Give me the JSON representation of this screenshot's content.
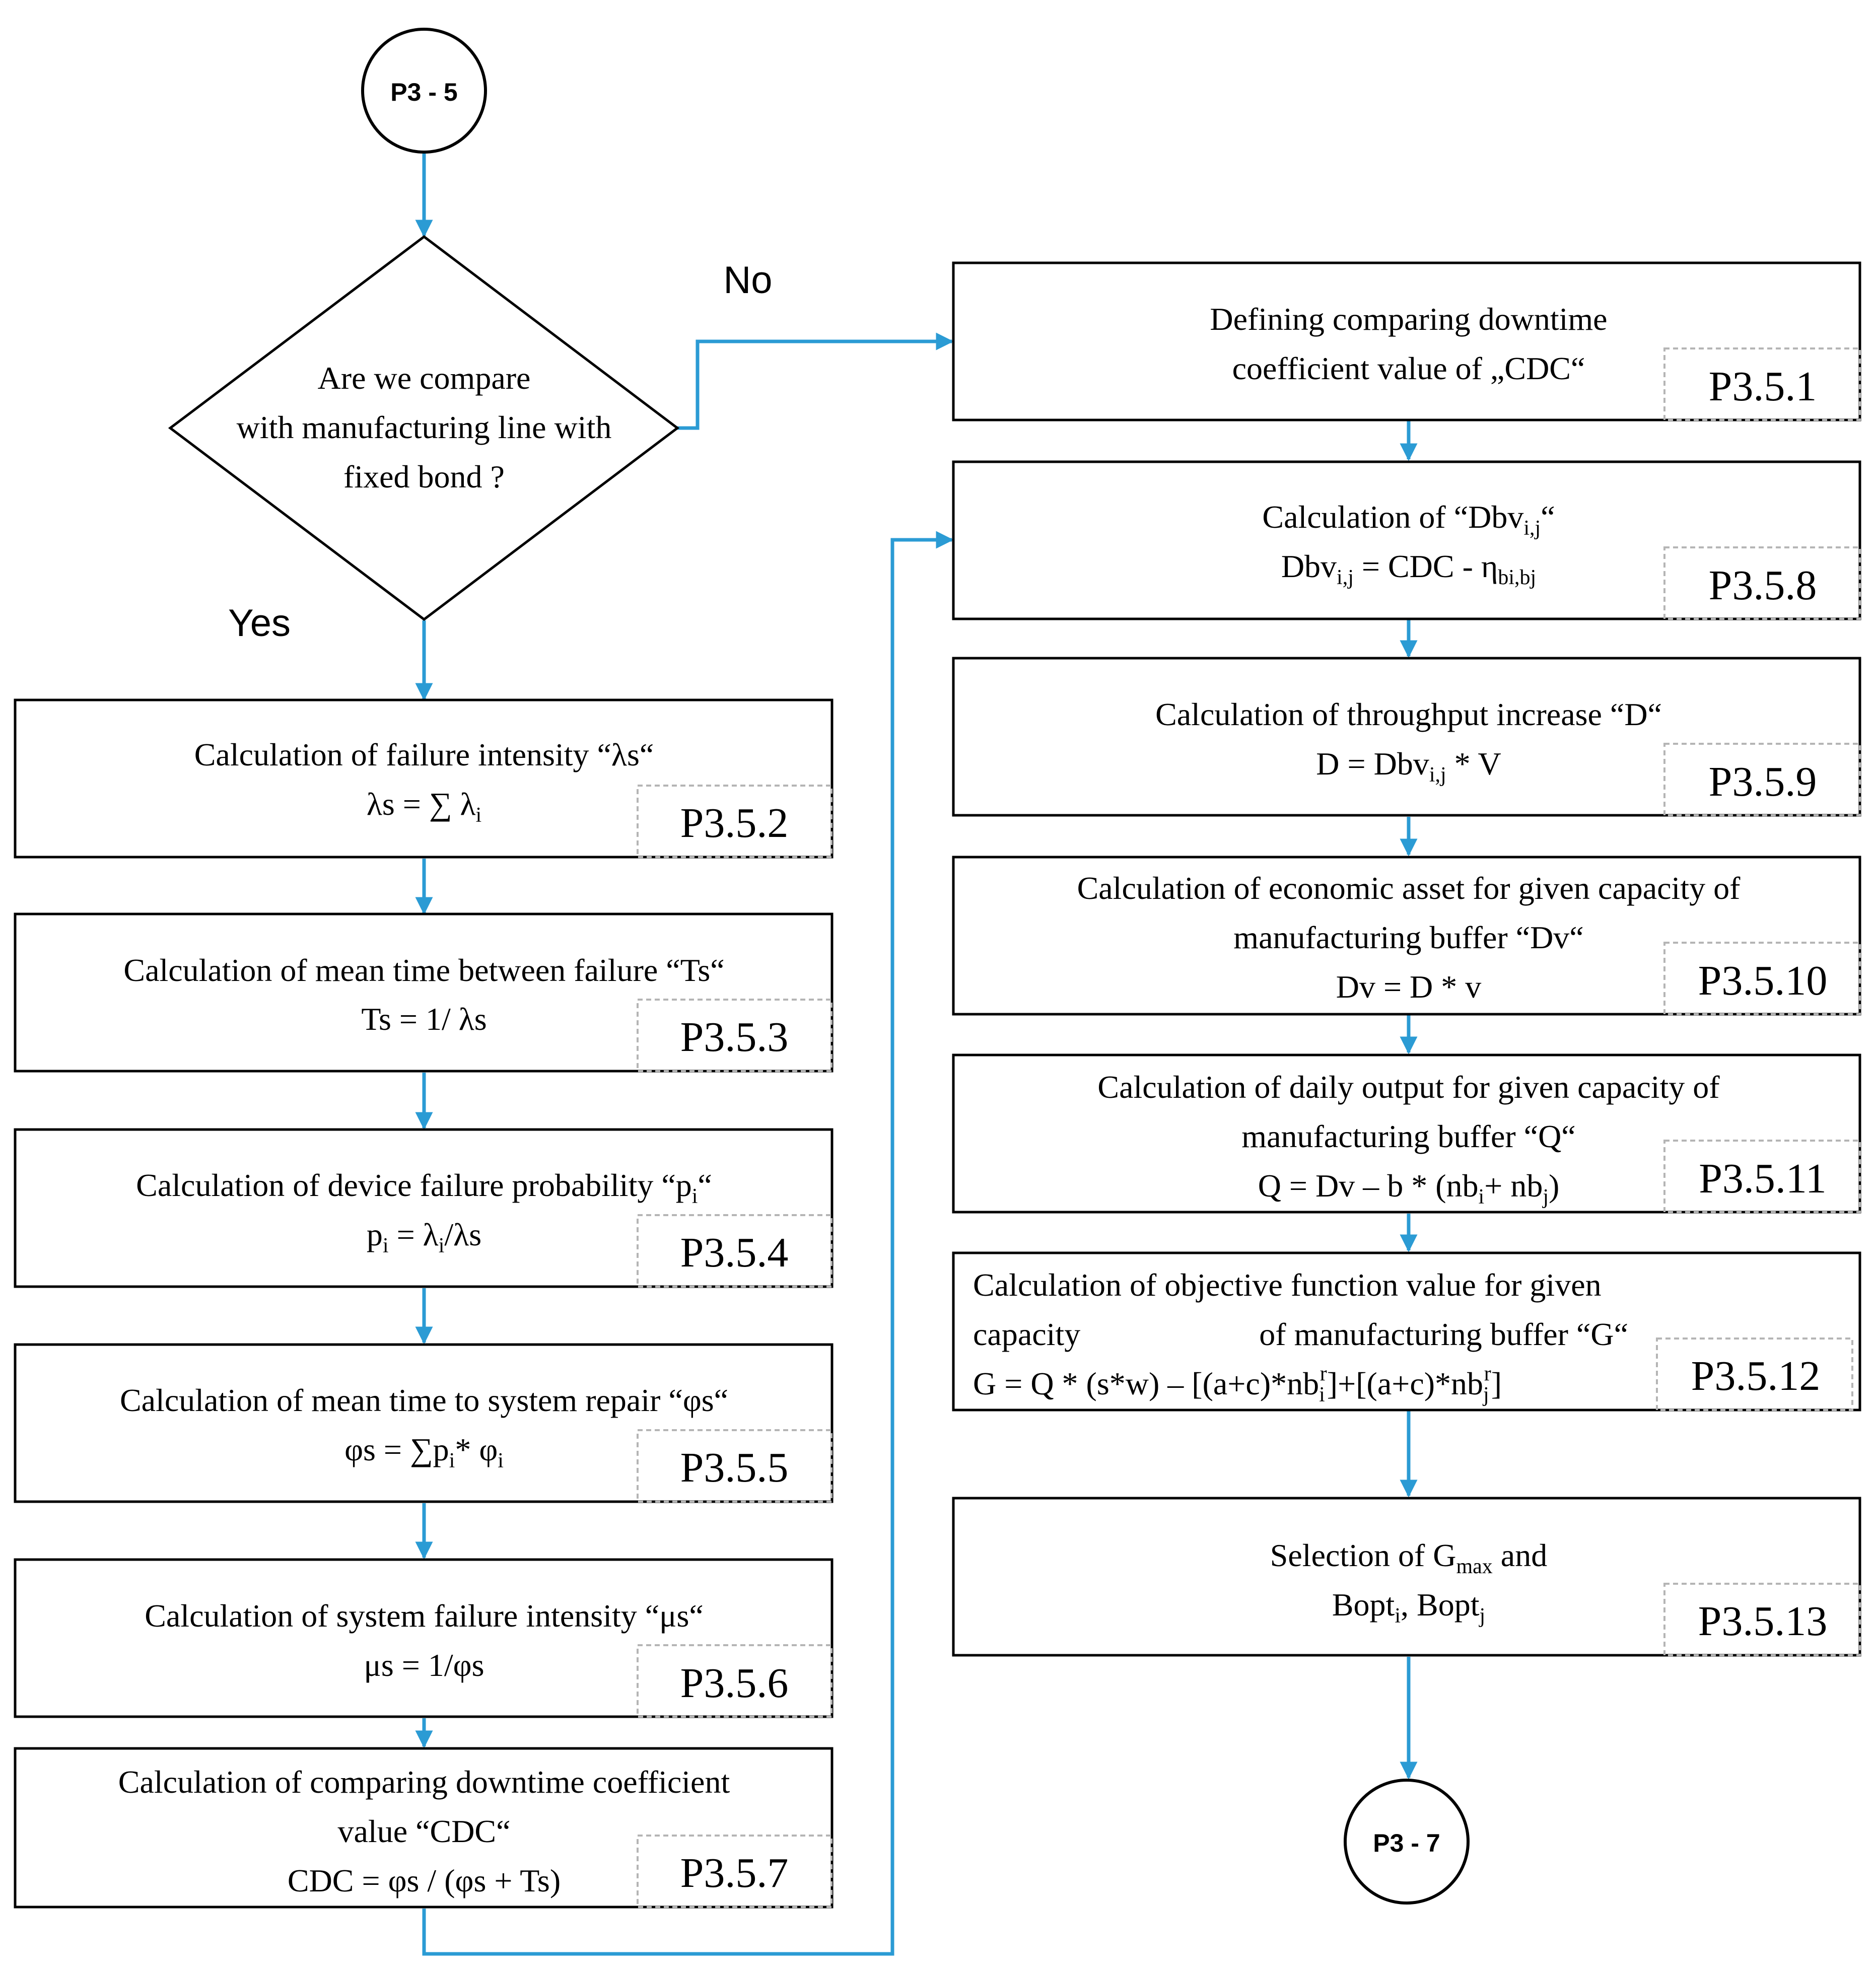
{
  "colors": {
    "arrow": "#2b9bd4",
    "box_border": "#000000",
    "tag_border": "#b5b5b5"
  },
  "start_connector": "P3 - 5",
  "end_connector": "P3 - 7",
  "decision": {
    "lines": [
      "Are we compare",
      "with manufacturing line with",
      "fixed bond ?"
    ],
    "yes_label": "Yes",
    "no_label": "No"
  },
  "left_column": [
    {
      "tag": "P3.5.2",
      "title": "Calculation of failure intensity “λs“",
      "formula": "λs = ∑ λ",
      "formula_sub": "i"
    },
    {
      "tag": "P3.5.3",
      "title": "Calculation of mean time between failure “Ts“",
      "formula": "Ts = 1/ λs"
    },
    {
      "tag": "P3.5.4",
      "title": "Calculation of device failure probability “p",
      "title_sub": "i",
      "title_end": "“",
      "formula": "p",
      "formula_sub": "i",
      "formula_end": " = λ",
      "formula_sub2": "i",
      "formula_end2": "/λs"
    },
    {
      "tag": "P3.5.5",
      "title": "Calculation of mean time to system repair “φs“",
      "formula": "φs = ∑p",
      "formula_sub": "i",
      "formula_end": "* φ",
      "formula_sub2": "i"
    },
    {
      "tag": "P3.5.6",
      "title": "Calculation of system failure intensity “μs“",
      "formula": "μs = 1/φs"
    },
    {
      "tag": "P3.5.7",
      "title": "Calculation of comparing downtime coefficient",
      "title2": "value “CDC“",
      "formula": "CDC = φs / (φs + Ts)"
    }
  ],
  "right_column": [
    {
      "tag": "P3.5.1",
      "line1": "Defining comparing downtime",
      "line2": "coefficient value of „CDC“"
    },
    {
      "tag": "P3.5.8",
      "line1": "Calculation of “Dbv",
      "line1_sub": "i,j",
      "line1_end": "“",
      "line2": "Dbv",
      "line2_sub": "i,j",
      "line2_end": " = CDC - η",
      "line2_sub2": "bi,bj"
    },
    {
      "tag": "P3.5.9",
      "line1": "Calculation of throughput increase “D“",
      "line2": "D = Dbv",
      "line2_sub": "i,j",
      "line2_end": " * V"
    },
    {
      "tag": "P3.5.10",
      "line1": "Calculation of economic asset for given capacity of",
      "line2": "manufacturing buffer “Dv“",
      "line3": "Dv = D * v"
    },
    {
      "tag": "P3.5.11",
      "line1": "Calculation of daily output for given capacity of",
      "line2": "manufacturing buffer “Q“",
      "line3": "Q = Dv – b * (nb",
      "line3_sub": "i",
      "line3_mid": "+ nb",
      "line3_sub2": "j",
      "line3_end": ")"
    },
    {
      "tag": "P3.5.12",
      "line1": "Calculation of objective function value for given",
      "line2a": "capacity",
      "line2b": "of manufacturing buffer “G“",
      "line3": "G = Q * (s*w) – [(a+c)*nb",
      "line3_sub": "i",
      "line3_sup": "r",
      "line3_mid": "]+[(a+c)*nb",
      "line3_sub2": "j",
      "line3_sup2": "r",
      "line3_end": "]"
    },
    {
      "tag": "P3.5.13",
      "line1": "Selection of G",
      "line1_sub": "max",
      "line1_end": " and",
      "line2": "Bopt",
      "line2_sub": "i",
      "line2_mid": ", Bopt",
      "line2_sub2": "j"
    }
  ]
}
